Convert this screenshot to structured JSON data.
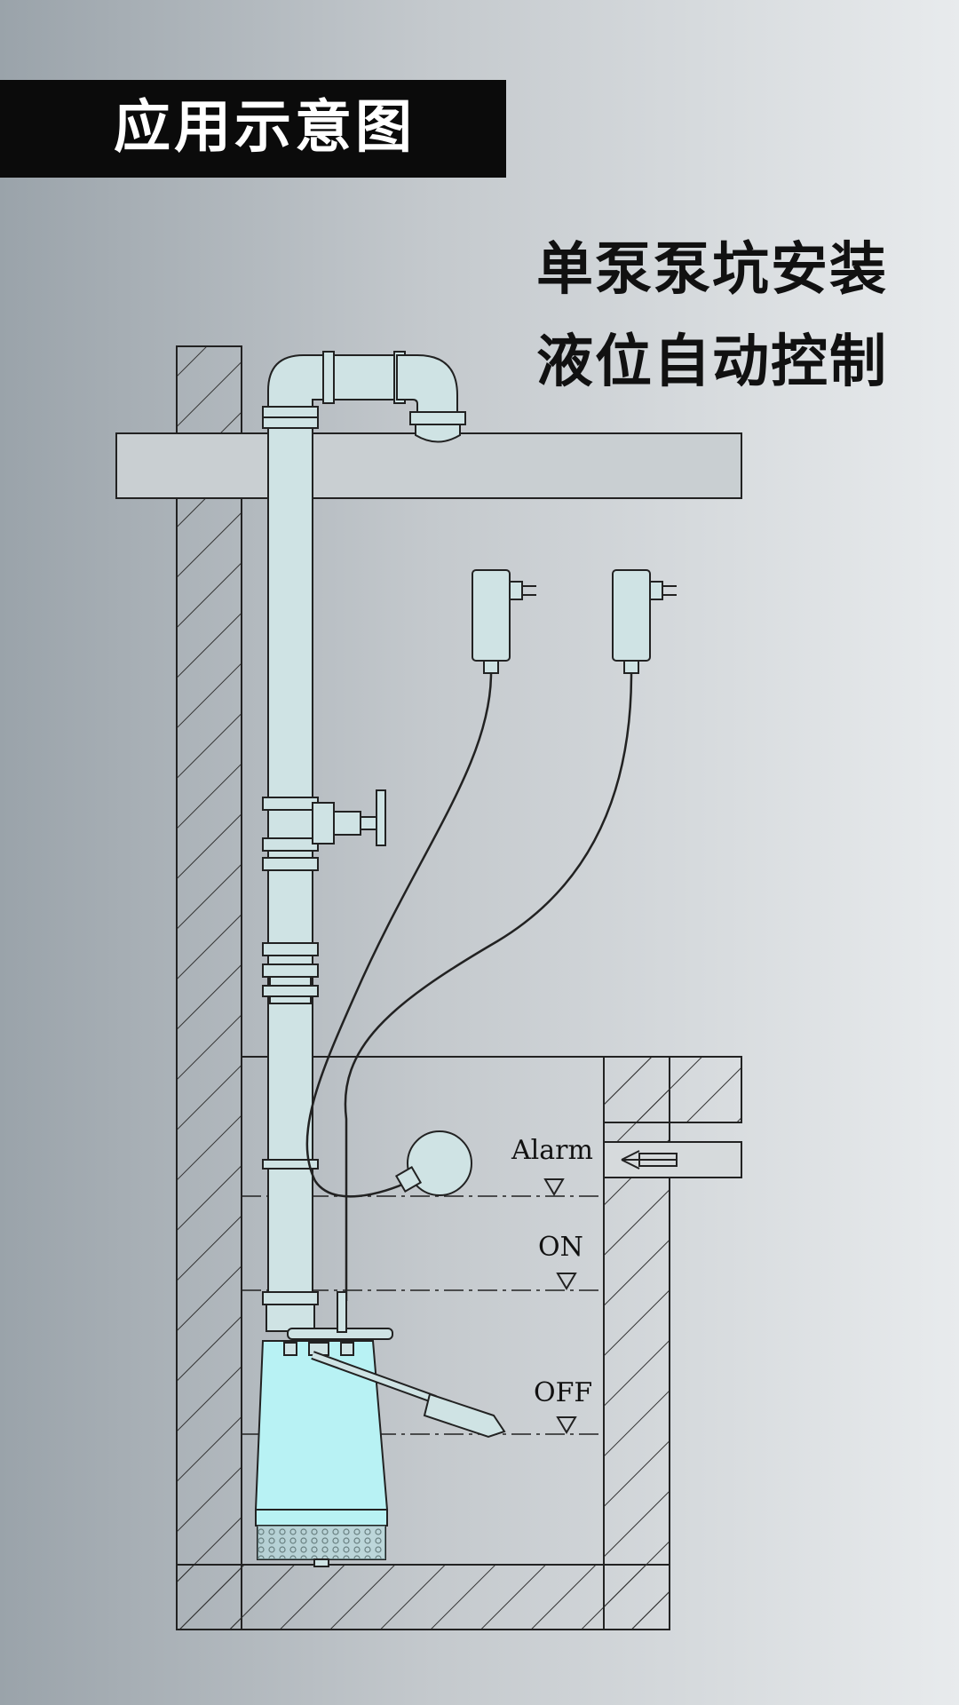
{
  "header": {
    "title": "应用示意图"
  },
  "subtitle": {
    "line1": "单泵泵坑安装",
    "line2": "液位自动控制"
  },
  "levels": {
    "alarm": "Alarm",
    "on": "ON",
    "off": "OFF"
  },
  "colors": {
    "pump": "#b8f2f4",
    "pipe": "#cfe3e4",
    "line": "#222222",
    "title_bg": "#0b0b0b"
  }
}
